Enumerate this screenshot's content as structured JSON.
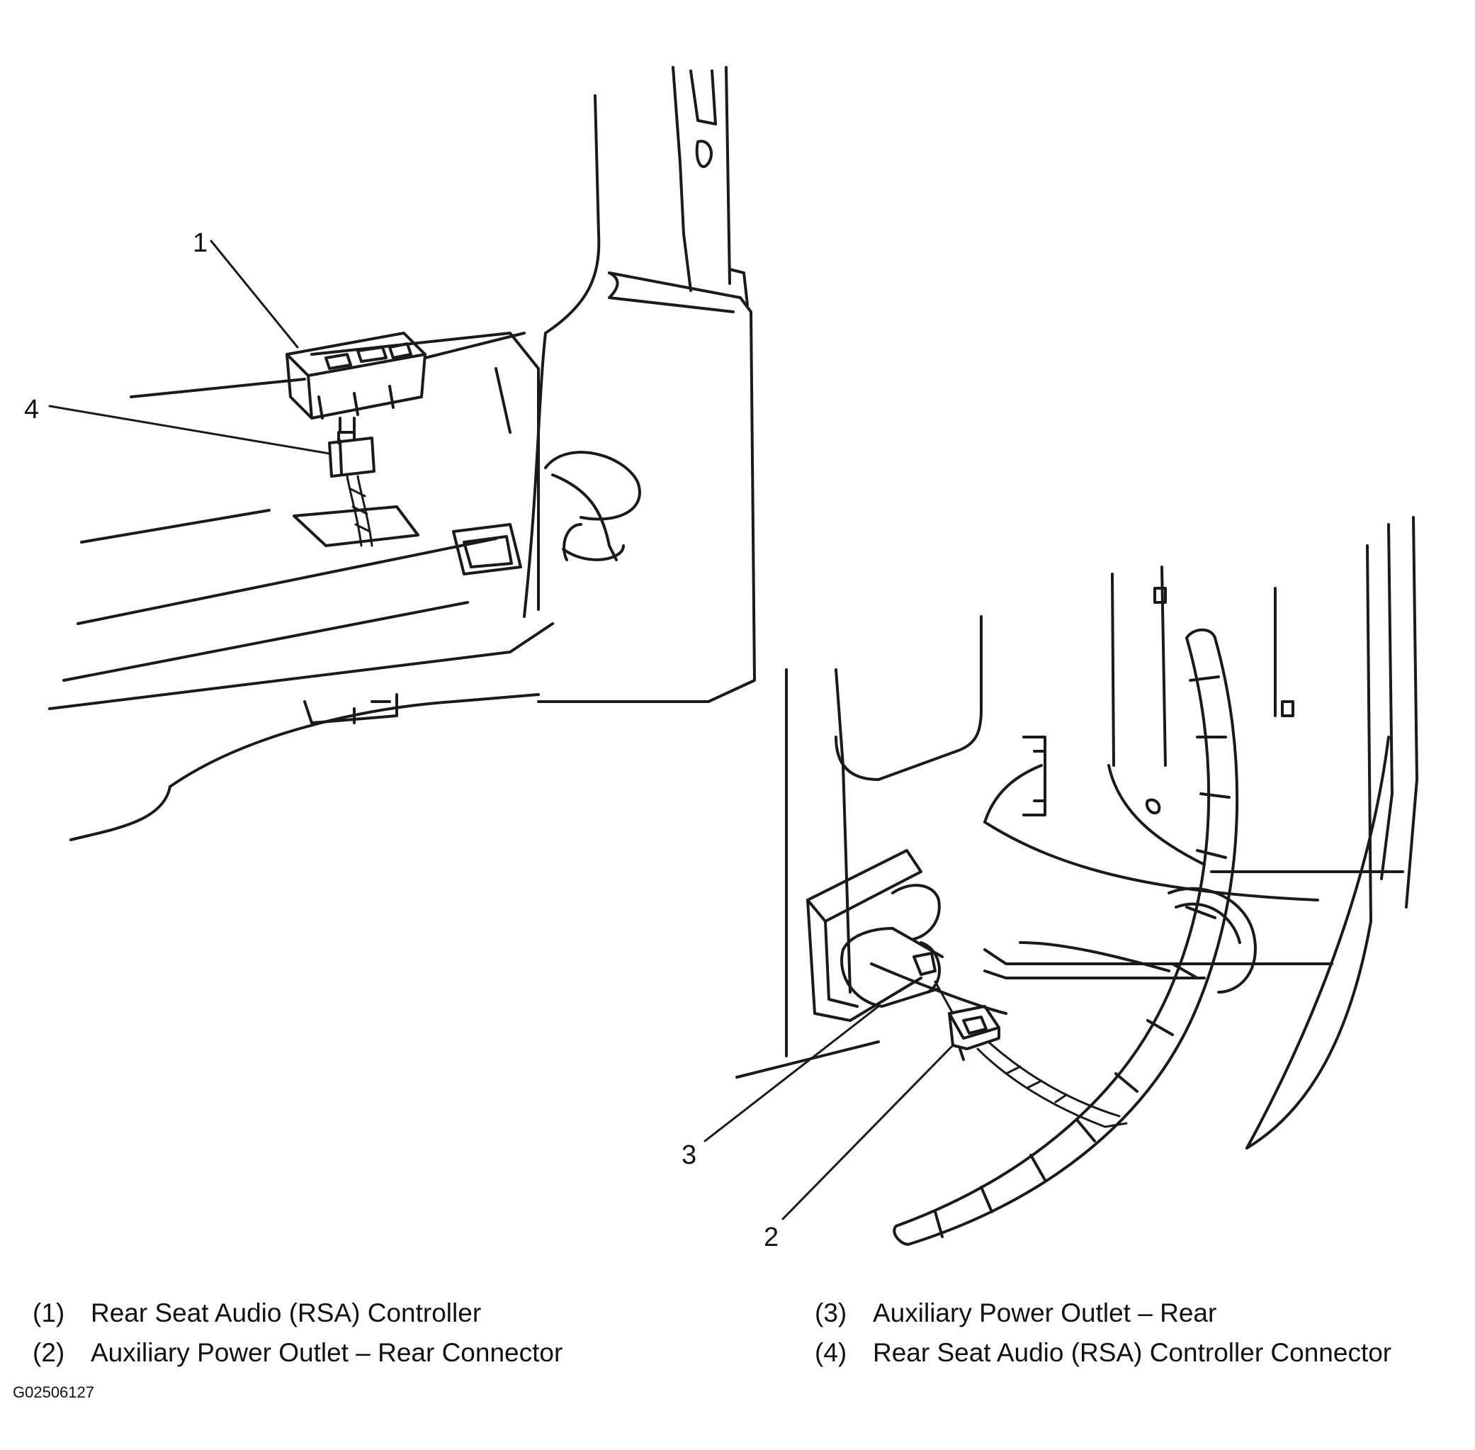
{
  "callouts": {
    "c1": "1",
    "c2": "2",
    "c3": "3",
    "c4": "4"
  },
  "legend": [
    {
      "num": "(1)",
      "text": "Rear Seat Audio (RSA) Controller"
    },
    {
      "num": "(2)",
      "text": "Auxiliary Power Outlet – Rear Connector"
    },
    {
      "num": "(3)",
      "text": "Auxiliary Power Outlet – Rear"
    },
    {
      "num": "(4)",
      "text": "Rear Seat Audio (RSA) Controller Connector"
    }
  ],
  "figure_id": "G02506127"
}
